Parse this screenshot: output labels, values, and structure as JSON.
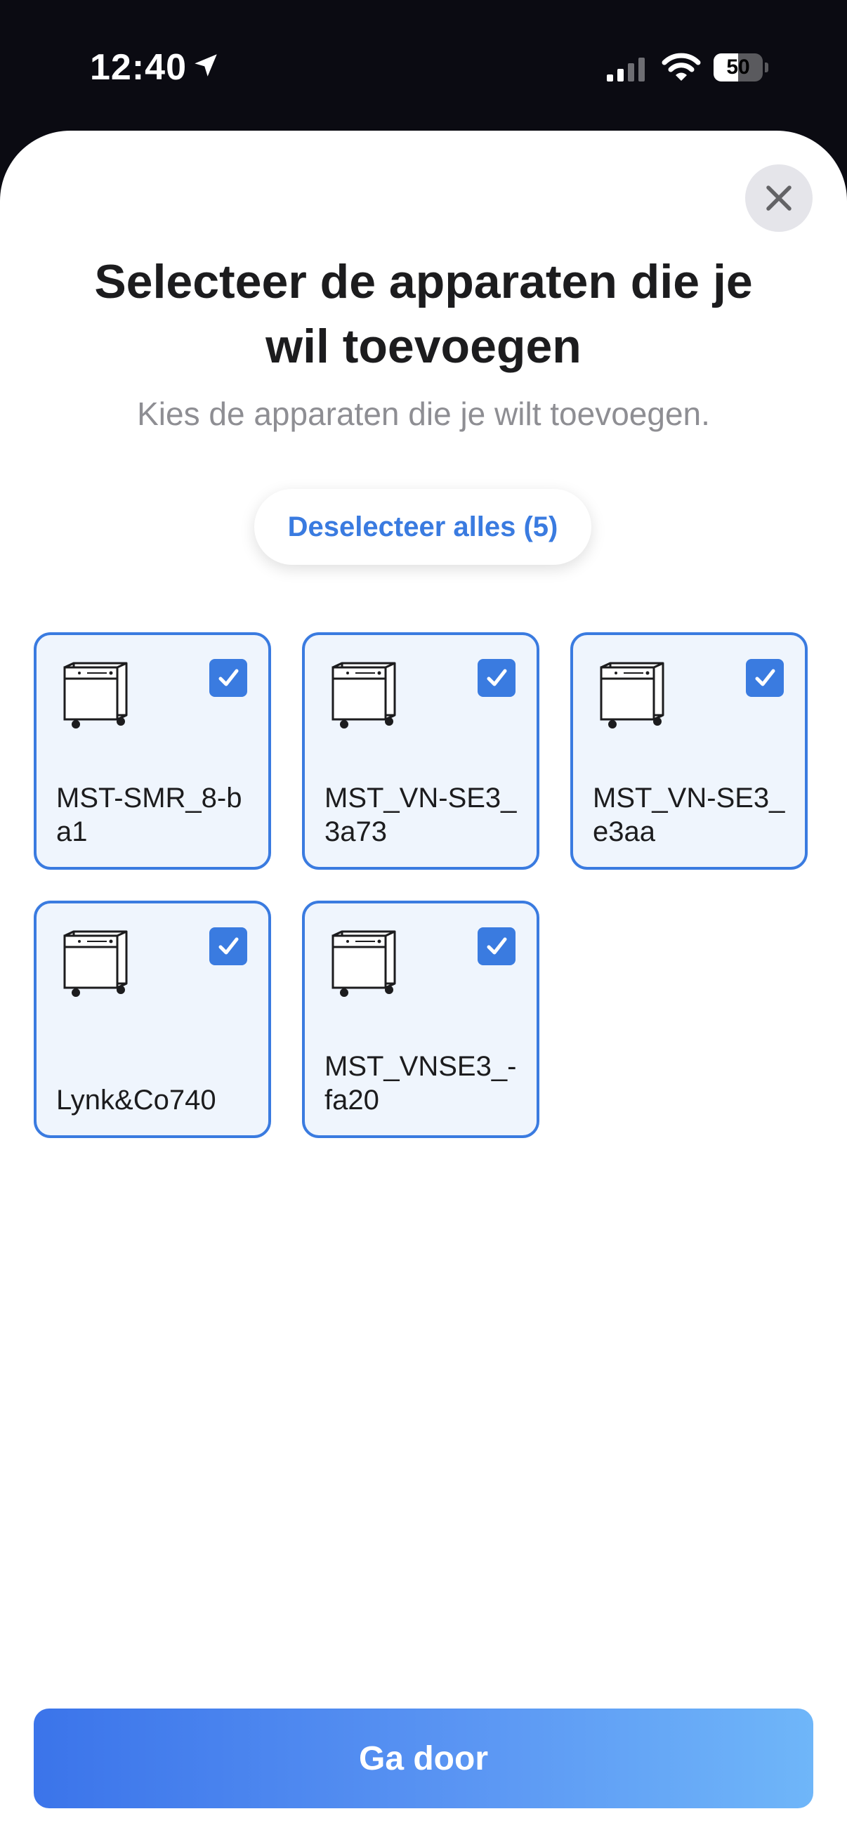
{
  "status_bar": {
    "time": "12:40",
    "battery": "50",
    "battery_level": 0.5
  },
  "header": {
    "title": "Selecteer de apparaten die je wil toevoegen",
    "subtitle": "Kies de apparaten die je wilt toevoegen."
  },
  "deselect_all_label": "Deselecteer alles (5)",
  "devices": [
    {
      "name": "MST-SMR_8-ba1",
      "icon": "inverter-icon",
      "checked": true
    },
    {
      "name": "MST_VN-SE3_3a73",
      "icon": "inverter-icon",
      "checked": true
    },
    {
      "name": "MST_VN-SE3_e3aa",
      "icon": "inverter-icon",
      "checked": true
    },
    {
      "name": "Lynk&Co740",
      "icon": "inverter-icon",
      "checked": true
    },
    {
      "name": "MST_VNSE3_-fa20",
      "icon": "inverter-icon",
      "checked": true
    }
  ],
  "continue_label": "Ga door",
  "colors": {
    "accent": "#3a7be0",
    "card_background": "#eff5fd",
    "button_gradient_start": "#3b74ea",
    "button_gradient_end": "#6fb6f9"
  }
}
